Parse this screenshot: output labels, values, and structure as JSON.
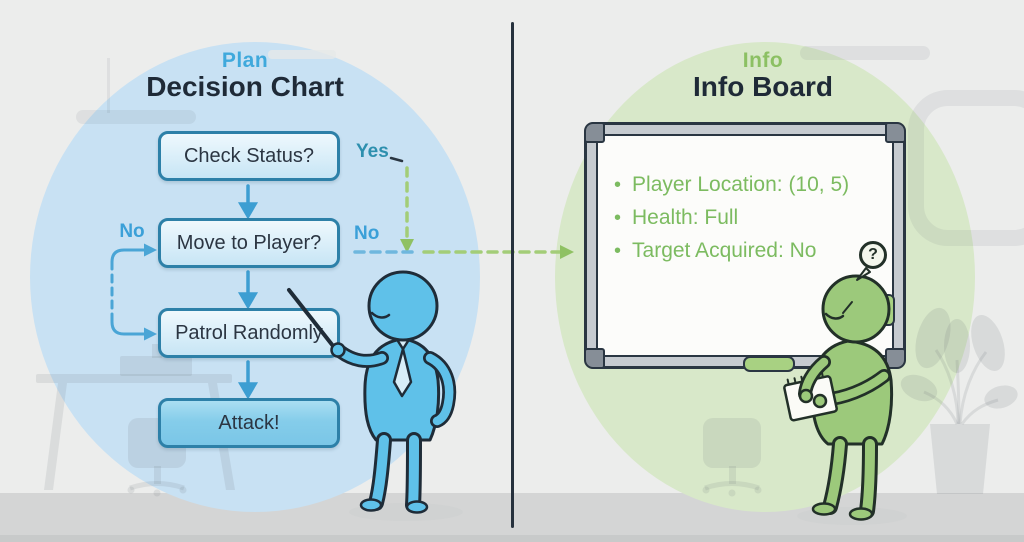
{
  "left_panel": {
    "eyebrow": "Plan",
    "title": "Decision Chart",
    "nodes": [
      {
        "id": "check-status",
        "label": "Check Status?"
      },
      {
        "id": "move-to-player",
        "label": "Move to Player?"
      },
      {
        "id": "patrol-randomly",
        "label": "Patrol Randomly"
      },
      {
        "id": "attack",
        "label": "Attack!"
      }
    ],
    "edge_labels": {
      "yes": "Yes",
      "no_right": "No",
      "no_left": "No"
    }
  },
  "right_panel": {
    "eyebrow": "Info",
    "title": "Info Board",
    "bullet": "•",
    "board_items": [
      "Player Location: (10, 5)",
      "Health: Full",
      "Target Acquired: No"
    ],
    "speech_bubble": "?"
  },
  "colors": {
    "blue_accent": "#3fa9dc",
    "green_accent": "#8cc063",
    "title_dark": "#1f2a37",
    "blue_zone": "#c8e1f3",
    "green_zone": "#d8e8c9",
    "node_border": "#2d80a8",
    "flow_arrow": "#3d9ed2",
    "dashed_blue": "#6fb7de",
    "dashed_green": "#a3cd78",
    "figure_blue": "#5fc1e9",
    "figure_green": "#9cc97b",
    "board_text": "#7cbb60",
    "divider": "#26313d"
  }
}
